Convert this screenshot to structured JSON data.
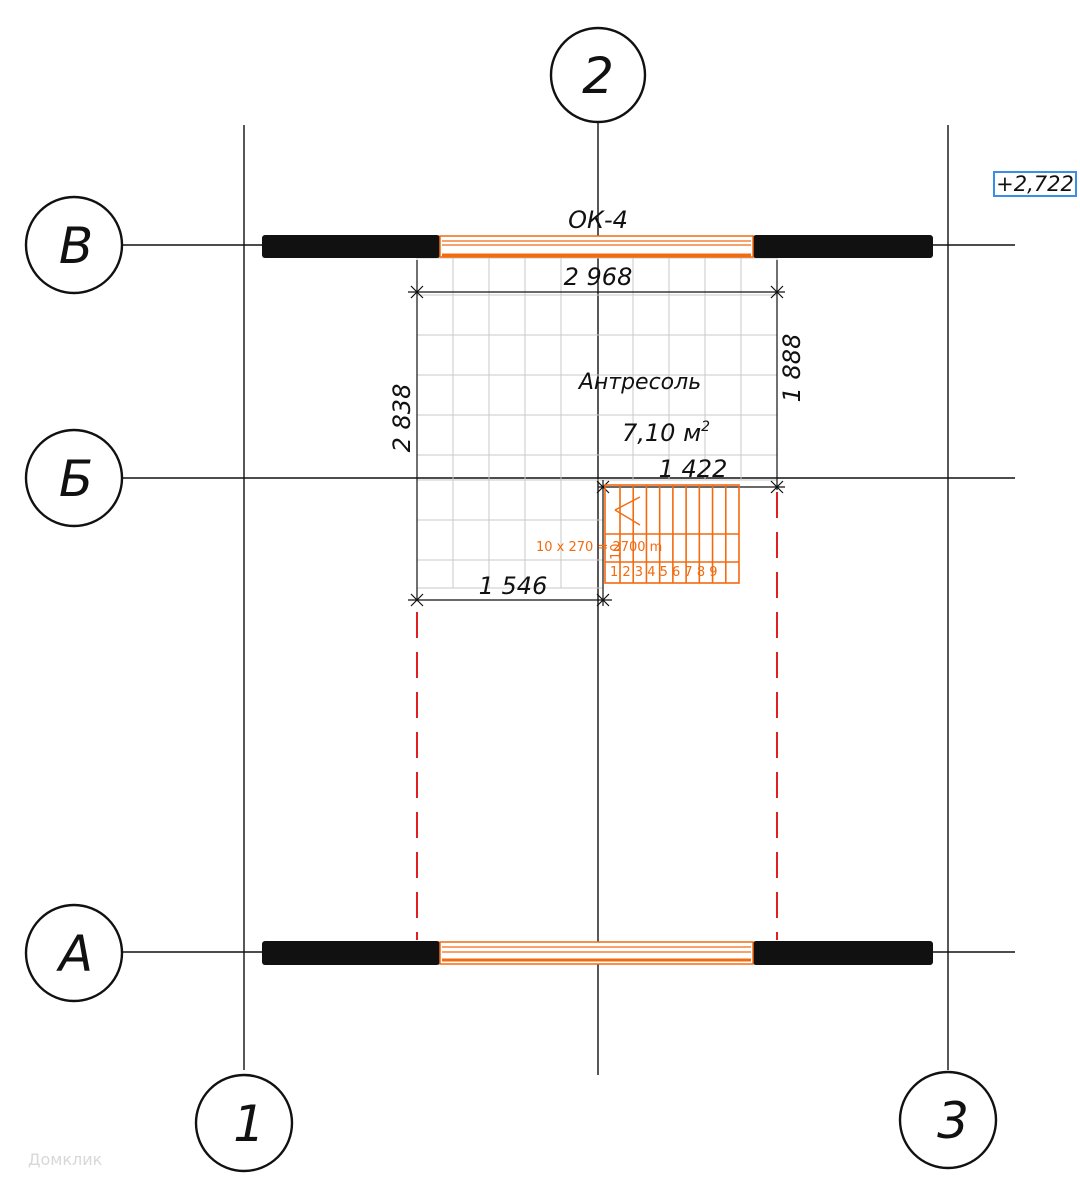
{
  "axes": {
    "vertical": [
      "1",
      "2",
      "3"
    ],
    "horizontal": [
      "В",
      "Б",
      "А"
    ]
  },
  "window_label": "ОК-4",
  "room": {
    "name": "Антресоль",
    "area": "7,10 м",
    "area_sup": "2"
  },
  "dimensions": {
    "top_width": "2 968",
    "left_height": "2 838",
    "right_height": "1 888",
    "stair_width": "1 422",
    "bottom_width": "1 546"
  },
  "stair": {
    "note": "10 x 270 = 2700 m",
    "steps": "10",
    "step_numbers": "1 2 3 4 5 6 7 8 9"
  },
  "level_mark": "+2,722",
  "watermark": "Домклик",
  "colors": {
    "accent_orange": "#f26b10",
    "dashed_red": "#e02020",
    "level_border": "#3a8ee6"
  }
}
